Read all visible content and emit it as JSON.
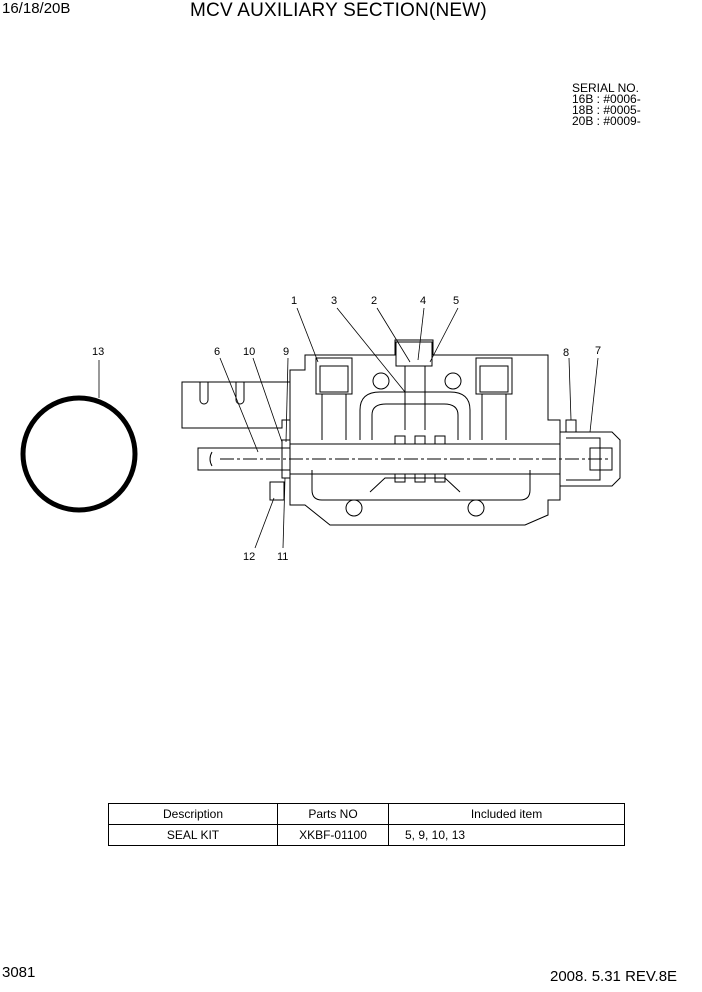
{
  "header": {
    "model": "16/18/20B",
    "title": "MCV AUXILIARY SECTION(NEW)"
  },
  "serial": {
    "heading": "SERIAL NO.",
    "lines": [
      "16B : #0006-",
      "18B : #0005-",
      "20B : #0009-"
    ]
  },
  "callouts": [
    "1",
    "2",
    "3",
    "4",
    "5",
    "6",
    "7",
    "8",
    "9",
    "10",
    "11",
    "12",
    "13"
  ],
  "table": {
    "headers": [
      "Description",
      "Parts NO",
      "Included item"
    ],
    "rows": [
      [
        "SEAL KIT",
        "XKBF-01100",
        "5, 9, 10, 13"
      ]
    ]
  },
  "footer": {
    "page": "3081",
    "date_rev": "2008. 5.31  REV.8E"
  }
}
